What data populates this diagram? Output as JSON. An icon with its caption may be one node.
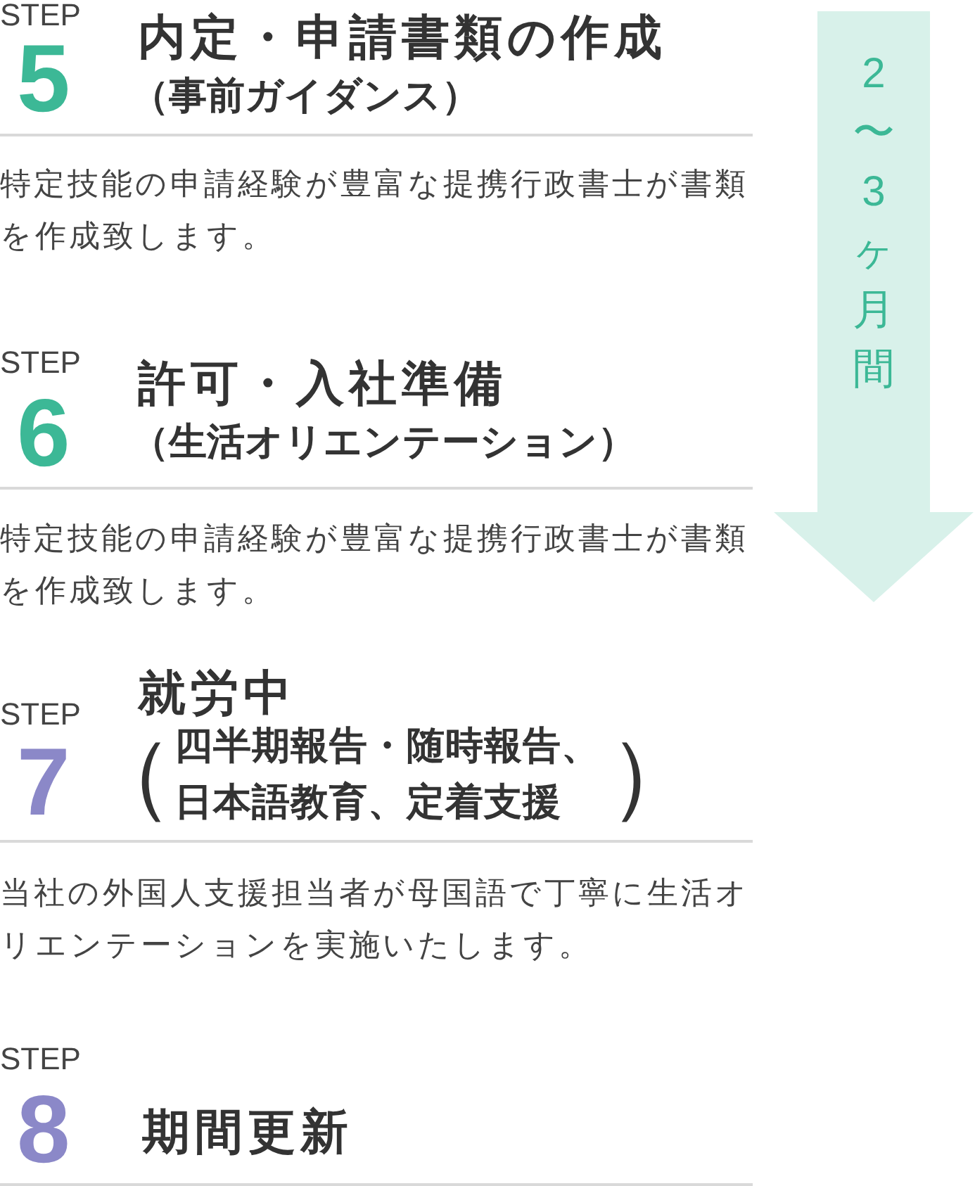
{
  "diagram": {
    "nodes": [
      {
        "text": [
          "2〜3ヶ月間"
        ]
      }
    ],
    "labels": [
      "STEP",
      "5",
      "内定・申請書類の作成",
      "（事前ガイダンス）",
      "特定技能の申請経験が豊富な提携行政書士が書類を作成致します。",
      "STEP",
      "6",
      "許可・入社準備",
      "（生活オリエンテーション）",
      "特定技能の申請経験が豊富な提携行政書士が書類を作成致します。",
      "STEP",
      "7",
      "就労中",
      "（四半期報告・随時報告、日本語教育、定着支援）",
      "当社の外国人支援担当者が母国語で丁寧に生活オリエンテーションを実施いたします。",
      "STEP",
      "8",
      "期間更新"
    ]
  }
}
